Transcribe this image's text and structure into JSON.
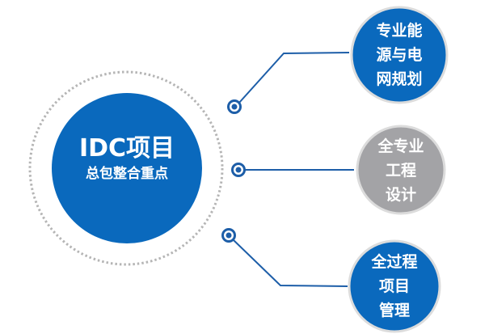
{
  "center": {
    "title": "IDC项目",
    "subtitle": "总包整合重点"
  },
  "items": [
    {
      "label": "专业能\n源与电\n网规划",
      "color": "#0a69bd"
    },
    {
      "label": "全专业\n工程\n设计",
      "color": "#a3a3a6"
    },
    {
      "label": "全过程\n项目\n管理",
      "color": "#0a69bd"
    }
  ],
  "colors": {
    "primary": "#0a69bd",
    "line": "#1d5ea8",
    "dots": "#b5b5b5"
  }
}
